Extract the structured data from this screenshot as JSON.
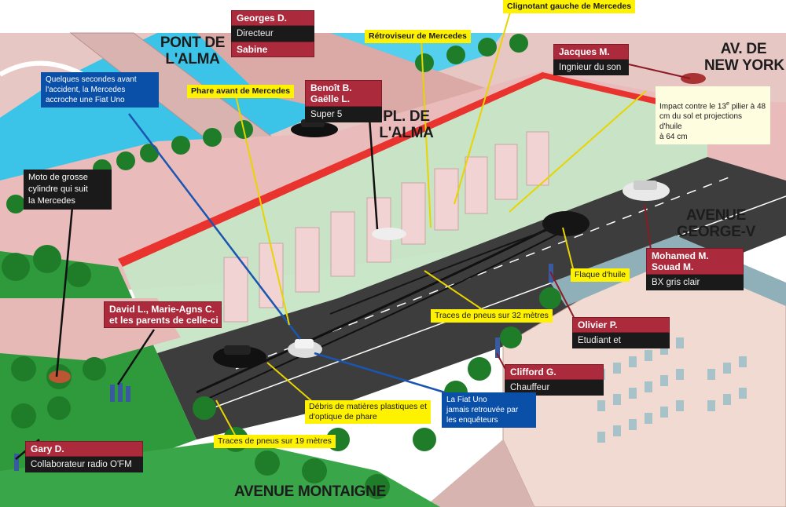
{
  "places": {
    "pont_alma": "PONT DE\nL'ALMA",
    "pl_alma": "PL. DE\nL'ALMA",
    "av_new_york": "AV. DE\nNEW YORK",
    "avenue_george": "AVENUE\nGEORGE-V",
    "avenue_montaigne": "AVENUE MONTAIGNE"
  },
  "witnesses": {
    "georges": {
      "name": "Georges D.",
      "role": "Directeur"
    },
    "sabine": {
      "name": "Sabine"
    },
    "benoit": {
      "name": "Benoît B.\nGaëlle L.",
      "role": "Super 5"
    },
    "jacques": {
      "name": "Jacques M.",
      "role": "Ingnieur du son"
    },
    "mohamed": {
      "name": "Mohamed M.\nSouad M.",
      "role": "BX gris clair"
    },
    "olivier": {
      "name": "Olivier P.",
      "role": "Etudiant et"
    },
    "clifford": {
      "name": "Clifford G.",
      "role": "Chauffeur"
    },
    "david": {
      "name": "David L., Marie-Agns C.\net les parents de celle-ci"
    },
    "gary": {
      "name": "Gary D.",
      "role": "Collaborateur radio O'FM"
    }
  },
  "notes": {
    "clignotant": "Clignotant gauche de Mercedes",
    "retroviseur": "Rétroviseur de Mercedes",
    "phare": "Phare avant de Mercedes",
    "quelques": "Quelques secondes avant\nl'accident, la Mercedes\naccroche une Fiat Uno",
    "moto": "Moto de grosse\ncylindre qui suit\nla Mercedes",
    "impact_a": "Impact contre le 13",
    "impact_sup": "e",
    "impact_b": " pilier à 48\ncm du sol et projections d'huile\nà 64 cm",
    "flaque": "Flaque d'huile",
    "traces32": "Traces de pneus sur 32 mètres",
    "debris": "Débris de matières plastiques et\nd'optique de phare",
    "fiat": "La Fiat Uno\njamais retrouvée par\nles enquêteurs",
    "traces19": "Traces de pneus sur 19 mètres"
  },
  "colors": {
    "witness_name": "#ab2b3c",
    "witness_role": "#1a1a1a",
    "note_yellow": "#fff200",
    "note_blue": "#0a4fa8",
    "tunnel_wall": "#e8332e",
    "road": "#3a3a3a",
    "river": "#3cc4e8",
    "grass": "#2f9a3c"
  }
}
